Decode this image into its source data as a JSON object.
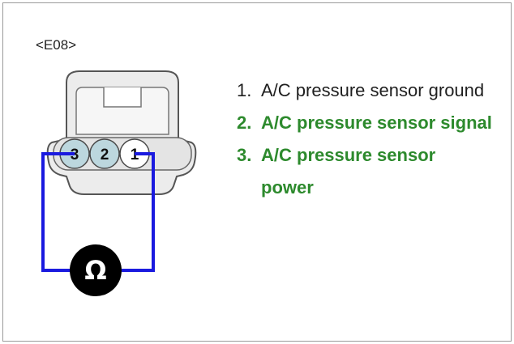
{
  "connector": {
    "label": "<E08>",
    "pins": [
      {
        "number": "3"
      },
      {
        "number": "2"
      },
      {
        "number": "1"
      }
    ],
    "meter_symbol": "Ω",
    "probe_color": "#1a1adf",
    "pin_fill": "#bcd7de"
  },
  "pin_list": [
    {
      "number": "1.",
      "description": "A/C pressure sensor ground",
      "highlight": false
    },
    {
      "number": "2.",
      "description": "A/C pressure sensor signal",
      "highlight": true
    },
    {
      "number": "3.",
      "description": "A/C pressure sensor power",
      "highlight": true
    }
  ],
  "colors": {
    "highlight_text": "#2d8a2d",
    "normal_text": "#1f1f1f",
    "meter_fill": "#000000"
  }
}
